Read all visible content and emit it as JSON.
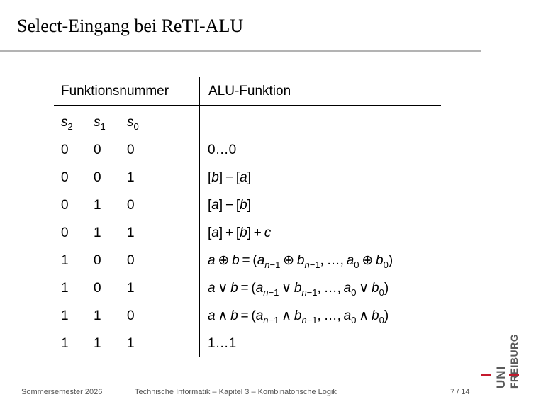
{
  "slide": {
    "title": "Select-Eingang bei ReTI-ALU"
  },
  "table": {
    "header_left": "Funktionsnummer",
    "header_right": "ALU-Funktion",
    "rows": [
      {
        "s2": "0",
        "s1": "0",
        "s0": "0",
        "func": "0…0"
      },
      {
        "s2": "0",
        "s1": "0",
        "s0": "1",
        "func": "[b] − [a]"
      },
      {
        "s2": "0",
        "s1": "1",
        "s0": "0",
        "func": "[a] − [b]"
      },
      {
        "s2": "0",
        "s1": "1",
        "s0": "1",
        "func": "[a] + [b] + c"
      },
      {
        "s2": "1",
        "s1": "0",
        "s0": "0",
        "func": "a ⊕ b = (a_{n−1} ⊕ b_{n−1}, …, a_0 ⊕ b_0)"
      },
      {
        "s2": "1",
        "s1": "0",
        "s0": "1",
        "func": "a ∨ b = (a_{n−1} ∨ b_{n−1}, …, a_0 ∨ b_0)"
      },
      {
        "s2": "1",
        "s1": "1",
        "s0": "0",
        "func": "a ∧ b = (a_{n−1} ∧ b_{n−1}, …, a_0 ∧ b_0)"
      },
      {
        "s2": "1",
        "s1": "1",
        "s0": "1",
        "func": "1…1"
      }
    ]
  },
  "footer": {
    "semester": "Sommersemester 2026",
    "course": "Technische Informatik – Kapitel 3 – Kombinatorische Logik",
    "page": "7 / 14"
  },
  "logo": {
    "uni": "UNI",
    "freiburg": "FREIBURG",
    "accent_color": "#c5192d"
  }
}
